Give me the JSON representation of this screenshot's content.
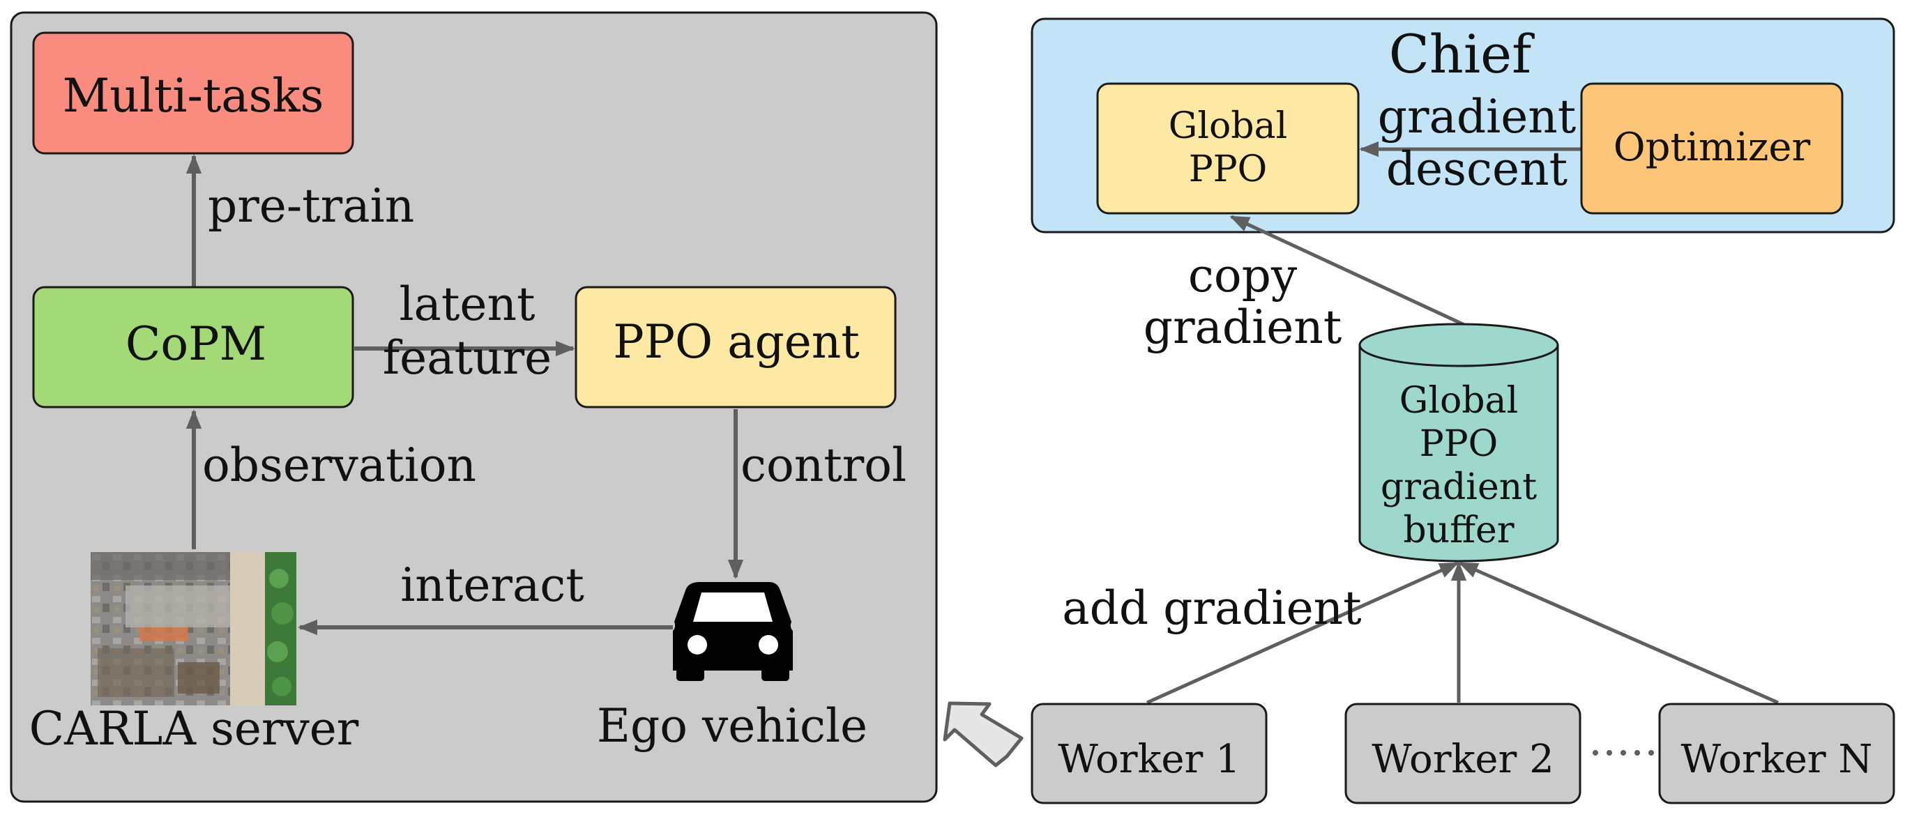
{
  "left_panel": {
    "multitasks": "Multi-tasks",
    "copm": "CoPM",
    "ppo_agent": "PPO agent",
    "pretrain": "pre-train",
    "latent": "latent",
    "feature": "feature",
    "observation": "observation",
    "control": "control",
    "interact": "interact",
    "carla_server": "CARLA server",
    "ego_vehicle": "Ego vehicle",
    "car_icon": "car-icon",
    "carla_image": "aerial-city-scene"
  },
  "right_panel": {
    "chief": "Chief",
    "global_ppo_1": "Global",
    "global_ppo_2": "PPO",
    "optimizer": "Optimizer",
    "gradient": "gradient",
    "descent": "descent",
    "copy": "copy",
    "copy_gradient": "gradient",
    "buffer_1": "Global",
    "buffer_2": "PPO",
    "buffer_3": "gradient",
    "buffer_4": "buffer",
    "add_gradient": "add gradient",
    "worker_1": "Worker 1",
    "worker_2": "Worker 2",
    "worker_n": "Worker N",
    "dots_icon": "ellipsis-dots"
  },
  "colors": {
    "panel_gray": "#cbcbcb",
    "multitasks": "#f98c7f",
    "copm": "#a4d977",
    "ppo_yellow": "#fde9a3",
    "chief_blue": "#c2e4f6",
    "optimizer_orange": "#fdc578",
    "buffer_teal": "#9ed8cd",
    "arrow": "#5f5f5f"
  }
}
